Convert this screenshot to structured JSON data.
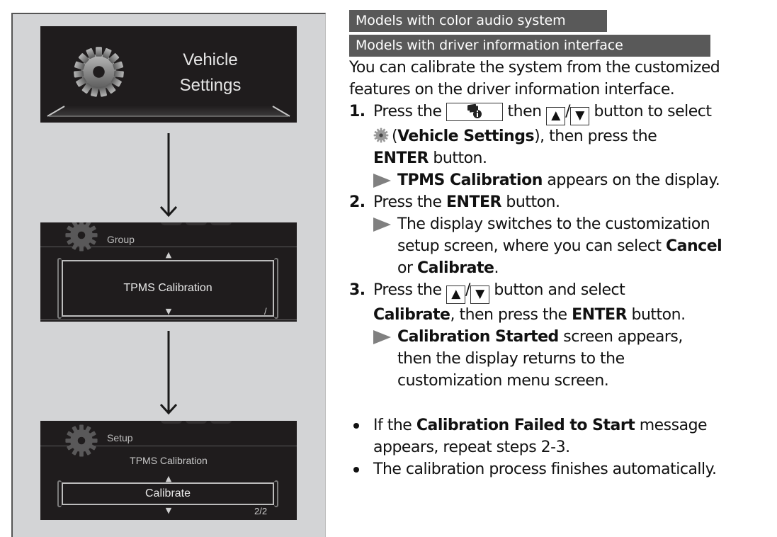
{
  "illustration": {
    "screen1": {
      "icon": "gear-icon",
      "label_line1": "Vehicle",
      "label_line2": "Settings"
    },
    "screen2": {
      "icon": "gear-icon",
      "header": "Group",
      "selected_item": "TPMS Calibration",
      "scroll_up": "▲",
      "scroll_down": "▼",
      "page_indicator": "/"
    },
    "screen3": {
      "icon": "gear-icon",
      "header": "Setup",
      "subtitle": "TPMS Calibration",
      "selected_item": "Calibrate",
      "scroll_up": "▲",
      "scroll_down": "▼",
      "page_indicator": "2/2"
    },
    "arrows": [
      "arrow-down-icon",
      "arrow-down-icon"
    ]
  },
  "content": {
    "tags": [
      "Models with color audio system",
      "Models with driver information interface"
    ],
    "intro": "You can calibrate the system from the customized features on the driver information interface.",
    "steps": [
      {
        "num": "1.",
        "parts": {
          "a": "Press the",
          "info_button_icon": "info-display-button-icon",
          "b": "then",
          "up_key": "▲",
          "slash": "/",
          "down_key": "▼",
          "c": "button to select",
          "gear_icon": "gear-icon",
          "d": "(",
          "e_bold": "Vehicle Settings",
          "f": "), then press the",
          "g_bold": "ENTER",
          "h": "button."
        },
        "result": {
          "bold": "TPMS Calibration",
          "text": "appears on the display."
        }
      },
      {
        "num": "2.",
        "parts": {
          "a": "Press the",
          "b_bold": "ENTER",
          "c": "button."
        },
        "result": {
          "text": "The display switches to the customization setup screen, where you can select",
          "bold1": "Cancel",
          "or": "or",
          "bold2": "Calibrate",
          "end": "."
        }
      },
      {
        "num": "3.",
        "parts": {
          "a": "Press the",
          "up_key": "▲",
          "slash": "/",
          "down_key": "▼",
          "b": "button and select",
          "c_bold": "Calibrate",
          "d": ", then press the",
          "e_bold": "ENTER",
          "f": "button."
        },
        "result": {
          "bold": "Calibration Started",
          "text": "screen appears, then the display returns to the customization menu screen."
        }
      }
    ],
    "bullets": [
      {
        "a": "If the",
        "bold": "Calibration Failed to Start",
        "b": "message appears, repeat steps 2-3."
      },
      {
        "a": "The calibration process finishes automatically."
      }
    ]
  }
}
